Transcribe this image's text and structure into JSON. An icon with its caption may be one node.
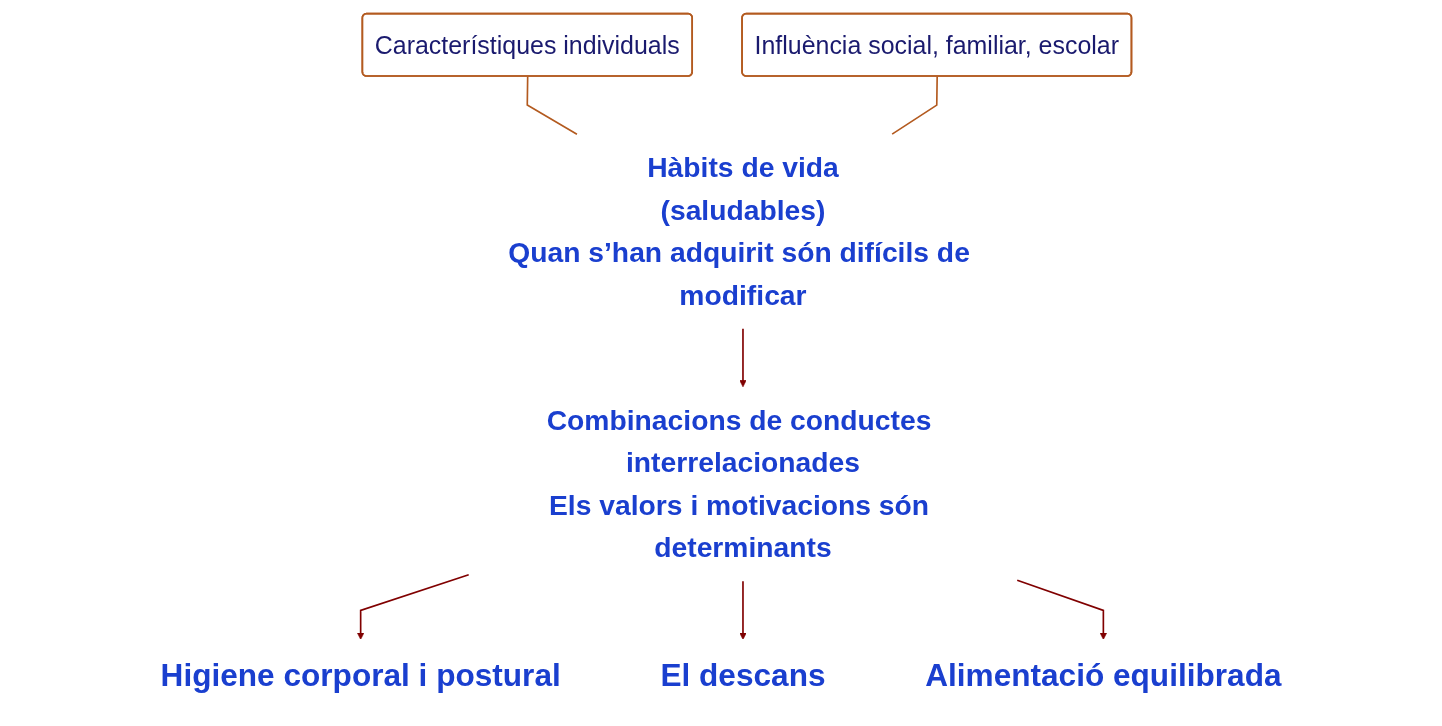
{
  "diagram": {
    "nodes": [
      {
        "text": [
          "Característiques individuals"
        ]
      },
      {
        "text": [
          "Influència social, familiar, escolar"
        ]
      },
      {
        "text": [
          "Hàbits de vida",
          "(saludables)",
          "Quan s’han adquirit són difícils de modificar"
        ]
      },
      {
        "text": [
          "Combinacions de conductes interrelacionades",
          "Els valors i motivacions són determinants"
        ]
      },
      {
        "text": [
          "Higiene corporal i postural"
        ]
      },
      {
        "text": [
          "El descans"
        ]
      },
      {
        "text": [
          "Alimentació equilibrada"
        ]
      }
    ],
    "edges": [
      {
        "from": 0,
        "to": 2,
        "arrow": "none",
        "color": "#b35a1f"
      },
      {
        "from": 1,
        "to": 2,
        "arrow": "none",
        "color": "#b35a1f"
      },
      {
        "from": 2,
        "to": 3,
        "arrow": "to"
      },
      {
        "from": 3,
        "to": 4,
        "arrow": "to"
      },
      {
        "from": 3,
        "to": 5,
        "arrow": "to"
      },
      {
        "from": 3,
        "to": 6,
        "arrow": "to"
      }
    ]
  }
}
